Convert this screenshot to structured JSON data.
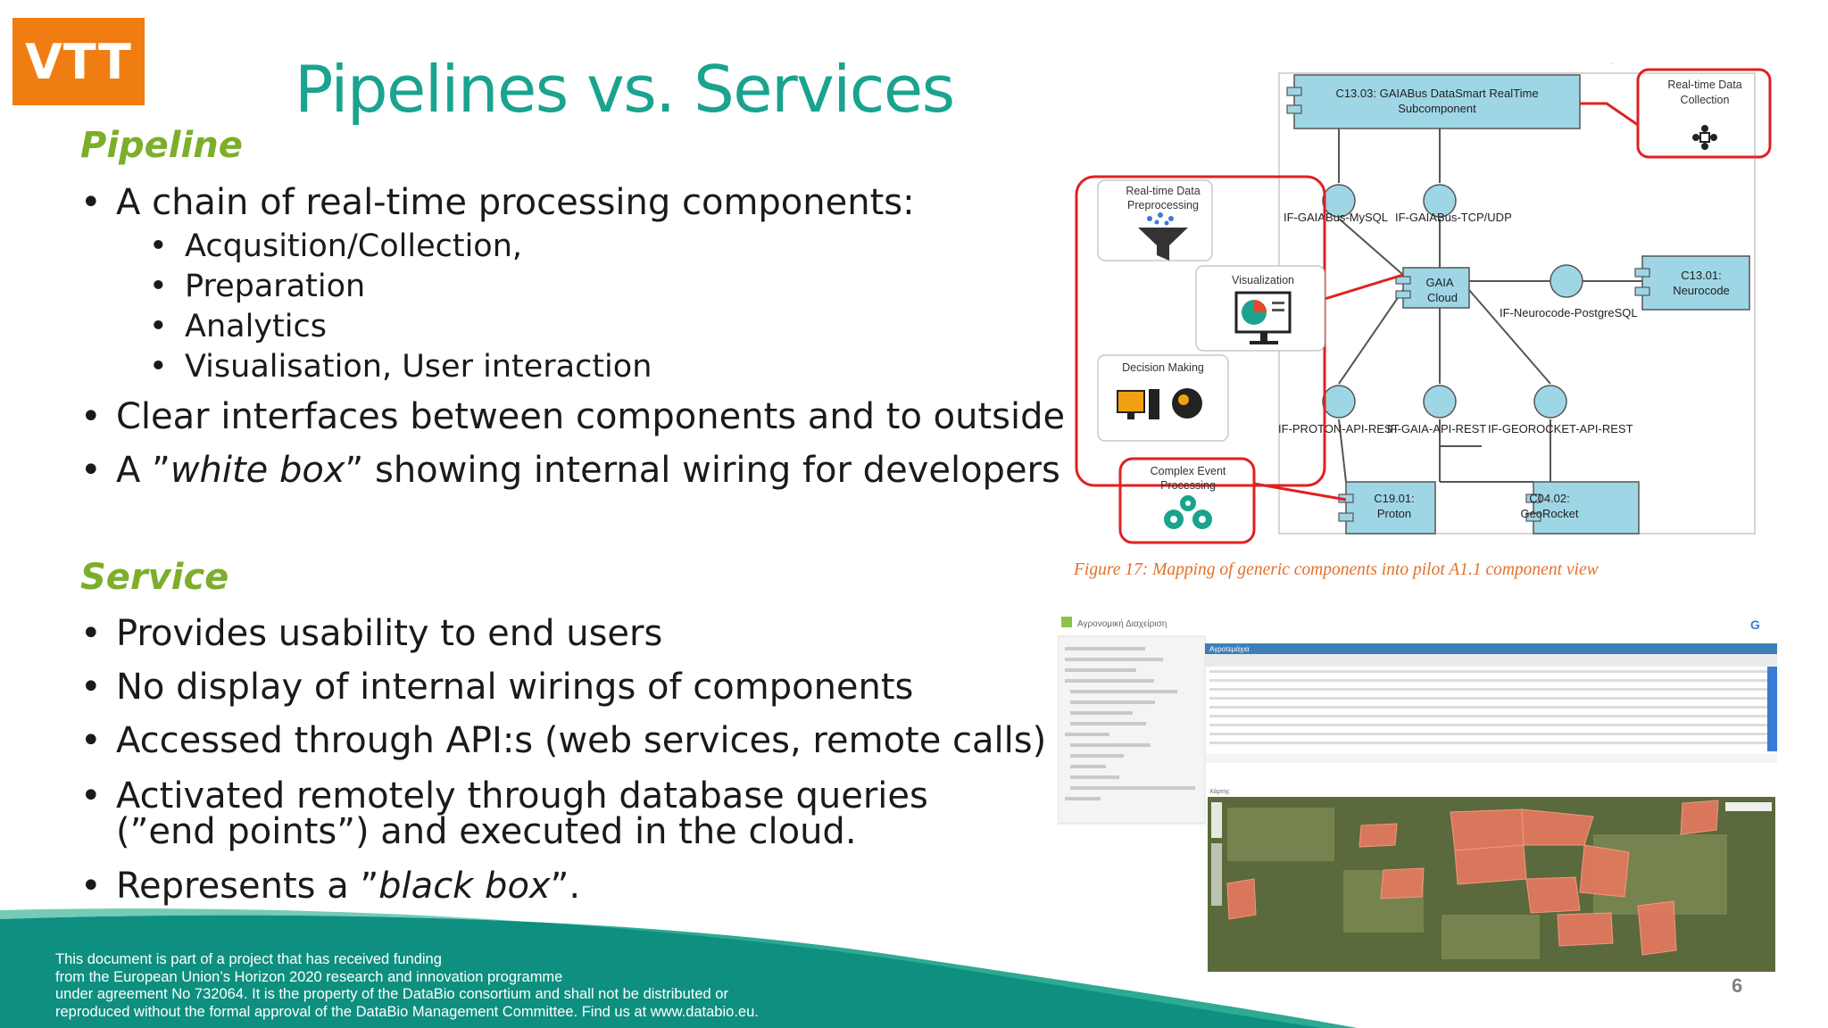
{
  "logo": "VTT",
  "title": "Pipelines vs. Services",
  "pipeline": {
    "heading": "Pipeline",
    "bullets": [
      "A chain of real-time processing components:",
      "Clear interfaces between components and to outside"
    ],
    "sub_bullets": [
      "Acqusition/Collection,",
      "Preparation",
      "Analytics",
      "Visualisation, User interaction"
    ],
    "whitebox": {
      "pre": "A ”",
      "em": "white box",
      "post": "” showing internal  wiring  for developers"
    }
  },
  "service": {
    "heading": "Service",
    "bullets": [
      "Provides usability to end users",
      "No display of internal wirings of components",
      "Accessed through API:s (web services, remote calls)",
      "Activated remotely  through database queries (”end points”) and executed in the cloud."
    ],
    "blackbox": {
      "pre": "Represents a ”",
      "em": "black box",
      "post": "”."
    }
  },
  "diagram": {
    "nodes": {
      "c1303": [
        "C13.03: GAIABus DataSmart RealTime",
        "Subcomponent"
      ],
      "gaia": [
        "GAIA",
        "Cloud"
      ],
      "c1301": [
        "C13.01:",
        "Neurocode"
      ],
      "c1901": [
        "C19.01:",
        "Proton"
      ],
      "c0402": [
        "C04.02:",
        "GeoRocket"
      ]
    },
    "interfaces": {
      "mysql": "IF-GAIABus-MySQL",
      "tcp": "IF-GAIABus-TCP/UDP",
      "postgres": "IF-Neurocode-PostgreSQL",
      "proton": "IF-PROTON-API-REST",
      "gaia_api": "IF-GAIA-API-REST",
      "georocket": "IF-GEOROCKET-API-REST"
    },
    "callouts": {
      "collection": [
        "Real-time Data",
        "Collection"
      ],
      "preprocessing": [
        "Real-time Data",
        "Preprocessing"
      ],
      "visualization": "Visualization",
      "decision": "Decision Making",
      "cep": [
        "Complex Event",
        "Processing"
      ]
    }
  },
  "caption": "Figure 17: Mapping of generic components into pilot A1.1 component view",
  "screenshot": {
    "window_title": "Αγρονομική Διαχείριση",
    "tabs": [
      "Αγροτεμάχια"
    ],
    "map_label": "Χάρτης"
  },
  "footer": [
    "This document is part of a project that has received funding",
    "from the European Union’s Horizon 2020 research and innovation programme",
    "under agreement No 732064. It is the property of the DataBio consortium and shall not be distributed or",
    "reproduced without the formal approval of the DataBio Management Committee. Find us at www.databio.eu."
  ],
  "page_number": "6",
  "colors": {
    "title": "#1aa38e",
    "heading": "#7cae2a",
    "logo": "#f07d12",
    "footer_bg": "#0e8f80",
    "node_fill": "#9ed6e6",
    "callout_border": "#e02020",
    "caption": "#e2712b"
  }
}
